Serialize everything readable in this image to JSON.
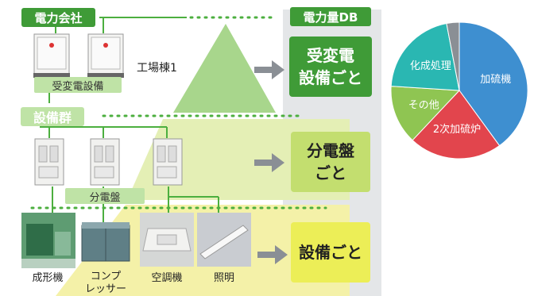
{
  "company_label": "電力会社",
  "db_label": "電力量DB",
  "transformer_label": "受変電設備",
  "factory_label": "工場棟1",
  "equipment_group_label": "設備群",
  "panel_label": "分電盤",
  "equipment_labels": {
    "molding": "成形機",
    "compressor_line1": "コンプ",
    "compressor_line2": "レッサー",
    "aircon": "空調機",
    "lighting": "照明"
  },
  "boxes": {
    "transformer_line1": "受変電",
    "transformer_line2": "設備ごと",
    "panel_line1": "分電盤",
    "panel_line2": "ごと",
    "equipment": "設備ごと"
  },
  "chart_data": {
    "type": "pie",
    "labels": [
      "加硫機",
      "2次加硫炉",
      "その他",
      "化成処理",
      ""
    ],
    "values": [
      40,
      22,
      14,
      21,
      3
    ],
    "colors": [
      "#3e8fd0",
      "#e2454d",
      "#8fc552",
      "#2ab7b2",
      "#8a8f95"
    ]
  },
  "colors": {
    "green_dark": "#3f9b37",
    "green_light": "#bfe3a6",
    "gray_panel": "#e4e6e8"
  }
}
